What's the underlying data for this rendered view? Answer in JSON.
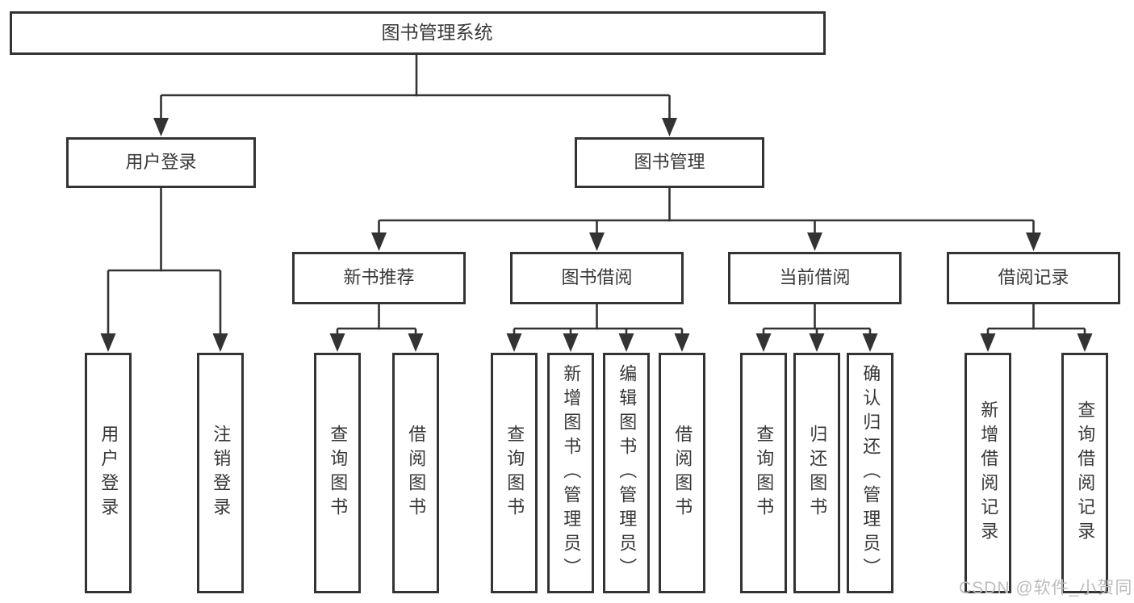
{
  "colors": {
    "line": "#333333",
    "text": "#383838",
    "bg": "#ffffff",
    "watermark": "#bdbdbd"
  },
  "watermark": {
    "text": "CSDN @软件_小贺同学"
  },
  "tree": {
    "root": {
      "label": "图书管理系统",
      "children": [
        {
          "label": "用户登录",
          "children": [
            {
              "label": "用户登录"
            },
            {
              "label": "注销登录"
            }
          ]
        },
        {
          "label": "图书管理",
          "children": [
            {
              "label": "新书推荐",
              "children": [
                {
                  "label": "查询图书"
                },
                {
                  "label": "借阅图书"
                }
              ]
            },
            {
              "label": "图书借阅",
              "children": [
                {
                  "label": "查询图书"
                },
                {
                  "label": "新增图书（管理员）"
                },
                {
                  "label": "编辑图书（管理员）"
                },
                {
                  "label": "借阅图书"
                }
              ]
            },
            {
              "label": "当前借阅",
              "children": [
                {
                  "label": "查询图书"
                },
                {
                  "label": "归还图书"
                },
                {
                  "label": "确认归还（管理员）"
                }
              ]
            },
            {
              "label": "借阅记录",
              "children": [
                {
                  "label": "新增借阅记录"
                },
                {
                  "label": "查询借阅记录"
                }
              ]
            }
          ]
        }
      ]
    }
  }
}
